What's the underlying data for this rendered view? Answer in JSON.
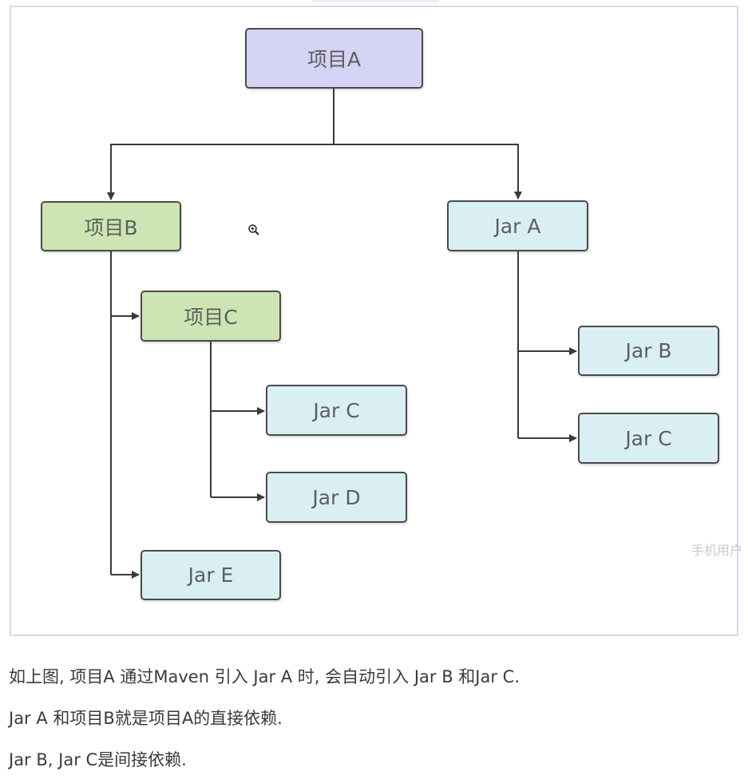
{
  "diagram": {
    "nodes": {
      "project_a": "项目A",
      "project_b": "项目B",
      "project_c": "项目C",
      "jar_a": "Jar A",
      "jar_b_right": "Jar B",
      "jar_c_right": "Jar C",
      "jar_c_left": "Jar C",
      "jar_d": "Jar D",
      "jar_e": "Jar E"
    },
    "edges": [
      [
        "项目A",
        "项目B"
      ],
      [
        "项目A",
        "Jar A"
      ],
      [
        "项目B",
        "项目C"
      ],
      [
        "项目B",
        "Jar E"
      ],
      [
        "项目C",
        "Jar C"
      ],
      [
        "项目C",
        "Jar D"
      ],
      [
        "Jar A",
        "Jar B"
      ],
      [
        "Jar A",
        "Jar C"
      ]
    ],
    "colors": {
      "root_fill": "#d4d3f3",
      "project_fill": "#cde5b4",
      "jar_fill": "#daeff3",
      "border": "#4a4a4a",
      "frame_border": "#cfdcf2"
    }
  },
  "watermark": "手机用户",
  "captions": [
    "如上图, 项目A 通过Maven 引入 Jar A 时, 会自动引入 Jar B 和Jar C.",
    "Jar A 和项目B就是项目A的直接依赖.",
    "Jar B, Jar C是间接依赖."
  ]
}
